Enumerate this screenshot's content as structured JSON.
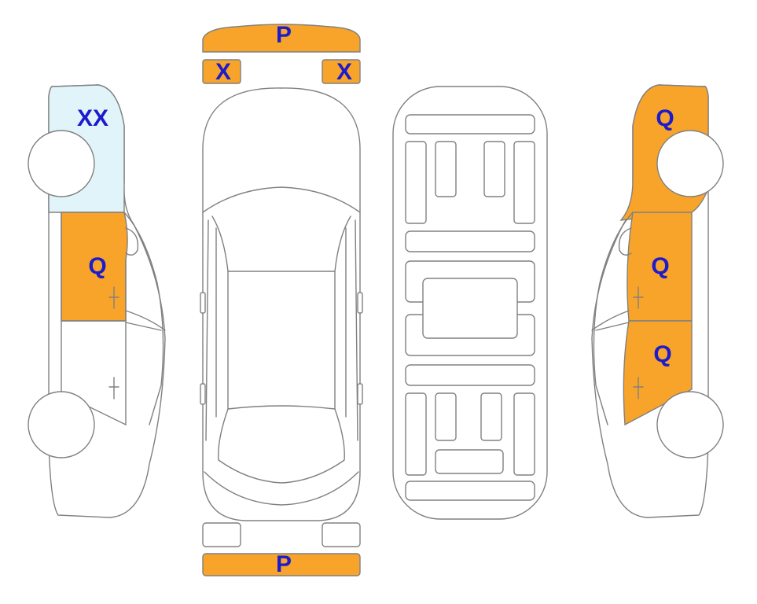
{
  "colors": {
    "damage_orange": "#f8a42a",
    "light_blue": "#e1f4fa",
    "label_blue": "#1c1ccc",
    "outline_gray": "#808080"
  },
  "labels": {
    "front_bumper": "P",
    "front_left_headlight": "X",
    "front_right_headlight": "X",
    "rear_bumper": "P",
    "left_rear_quarter": "XX",
    "left_rear_door": "Q",
    "right_rear_quarter": "Q",
    "right_rear_door": "Q",
    "right_front_door": "Q"
  }
}
